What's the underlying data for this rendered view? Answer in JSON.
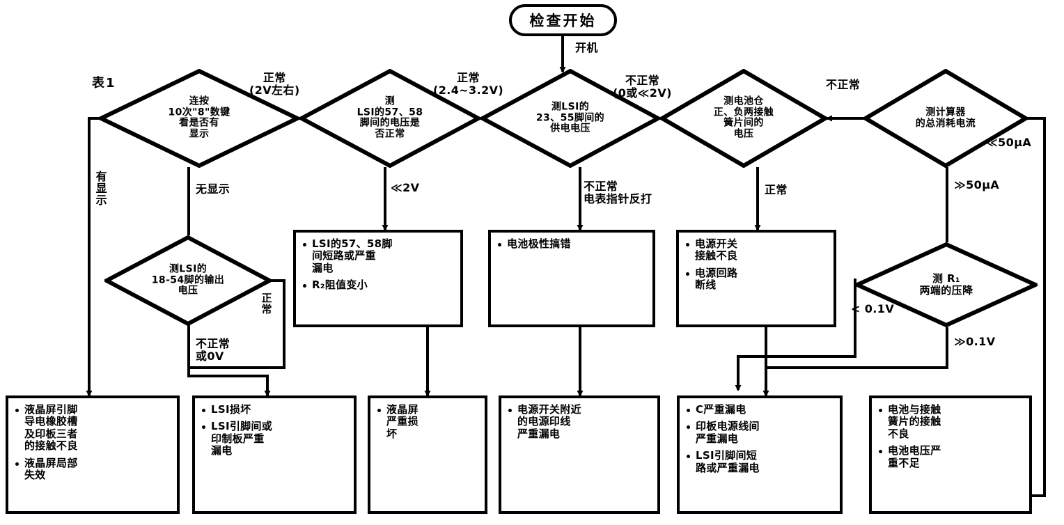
{
  "figure": {
    "caption": "表1",
    "start_node": "检查开始",
    "start_edge_label": "开机"
  },
  "decisions": [
    {
      "id": "d1",
      "text": "连按\n10次\"8\"数键\n看是否有\n显示",
      "left_label": "有显示",
      "bottom_label": "无显示",
      "right_label": "正常\n(2V左右)"
    },
    {
      "id": "d2",
      "text": "测\nLSI的57、58\n脚间的电压是\n否正常",
      "bottom_label": "≪2V",
      "right_label": "正常\n(2.4~3.2V)"
    },
    {
      "id": "d3",
      "text": "测LSI的\n23、55脚间的\n供电电压",
      "bottom_label": "不正常\n电表指针反打",
      "right_label": "不正常\n(0或≪2V)"
    },
    {
      "id": "d4",
      "text": "测电池仓\n正、负两接触\n簧片间的\n电压",
      "bottom_label": "正常",
      "right_label": "不正常"
    },
    {
      "id": "d5",
      "text": "测计算器\n的总消耗电流",
      "bottom_label": "≫50μA",
      "right_label": "≪50μA"
    },
    {
      "id": "d6",
      "text": "测LSI的\n18-54脚的输出\n电压",
      "bottom_label": "不正常\n或0V",
      "right_label": "正常"
    },
    {
      "id": "d7",
      "text": "测 R₁\n两端的压降",
      "left_label": "< 0.1V",
      "bottom_label": "≫0.1V"
    }
  ],
  "result_boxes": [
    {
      "id": "r1",
      "items": [
        "LSI的57、58脚\n间短路或严重\n漏电",
        "R₂阻值变小"
      ]
    },
    {
      "id": "r2",
      "items": [
        "电池极性搞错"
      ]
    },
    {
      "id": "r3",
      "items": [
        "电源开关\n接触不良",
        "电源回路\n断线"
      ]
    },
    {
      "id": "r4",
      "items": [
        "液晶屏引脚\n导电橡胶槽\n及印板三者\n的接触不良",
        "液晶屏局部\n失效"
      ]
    },
    {
      "id": "r5",
      "items": [
        "LSI损坏",
        "LSI引脚间或\n印制板严重\n漏电"
      ]
    },
    {
      "id": "r6",
      "items": [
        "液晶屏\n严重损\n坏"
      ]
    },
    {
      "id": "r7",
      "items": [
        "电源开关附近\n的电源印线\n严重漏电"
      ]
    },
    {
      "id": "r8",
      "items": [
        "C严重漏电",
        "印板电源线间\n严重漏电",
        "LSI引脚间短\n路或严重漏电"
      ]
    },
    {
      "id": "r9",
      "items": [
        "电池与接触\n簧片的接触\n不良",
        "电池电压严\n重不足"
      ]
    }
  ],
  "colors": {
    "ink": "#000000",
    "paper": "#ffffff"
  }
}
